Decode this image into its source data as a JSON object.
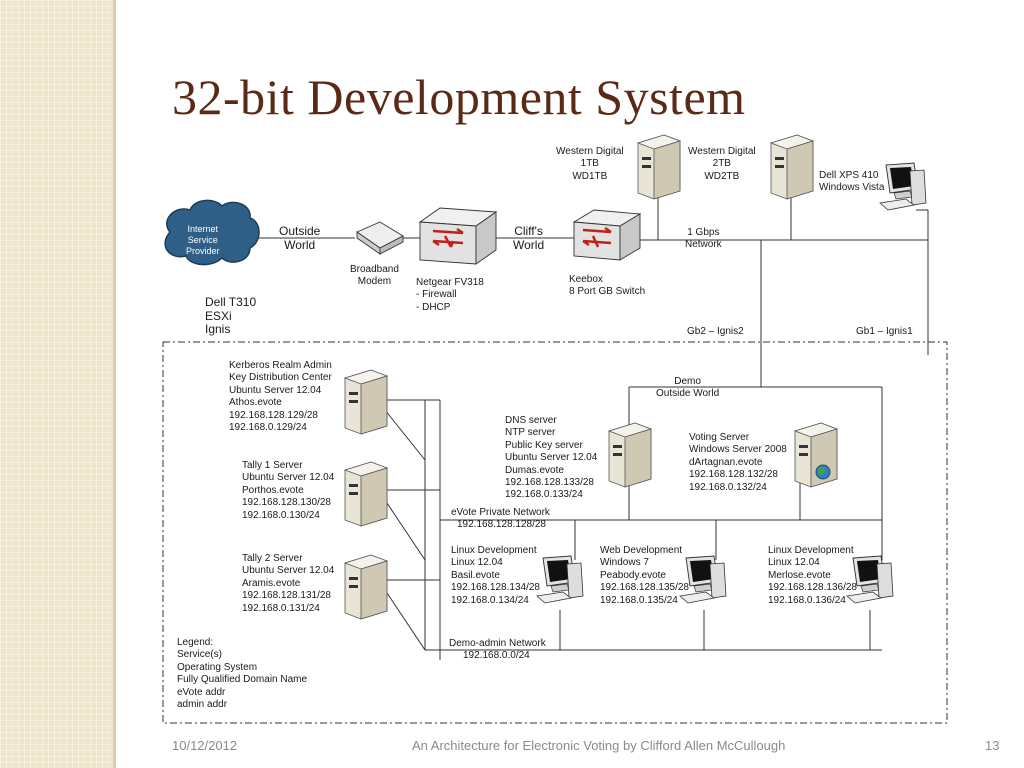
{
  "slide": {
    "title": "32-bit Development System",
    "footer_date": "10/12/2012",
    "footer_text": "An Architecture for Electronic Voting by Clifford Allen McCullough",
    "page_number": "13"
  },
  "diagram": {
    "internet": [
      "Internet",
      "Service",
      "Provider"
    ],
    "outside_world": [
      "Outside",
      "World"
    ],
    "modem": [
      "Broadband",
      "Modem"
    ],
    "firewall": [
      "Netgear FV318",
      "- Firewall",
      "- DHCP"
    ],
    "cliffs_world": [
      "Cliff's",
      "World"
    ],
    "switch": [
      "Keebox",
      "8 Port GB Switch"
    ],
    "wd1": [
      "Western Digital",
      "1TB",
      "WD1TB"
    ],
    "wd2": [
      "Western Digital",
      "2TB",
      "WD2TB"
    ],
    "gbps": [
      "1 Gbps",
      "Network"
    ],
    "dell_xps": [
      "Dell XPS 410",
      "Windows Vista"
    ],
    "dell_t310": [
      "Dell T310",
      "ESXi",
      "Ignis"
    ],
    "gb2": "Gb2 – Ignis2",
    "gb1": "Gb1 – Ignis1",
    "kerberos": [
      "Kerberos Realm Admin",
      "Key Distribution Center",
      "Ubuntu Server 12.04",
      "Athos.evote",
      "192.168.128.129/28",
      "192.168.0.129/24"
    ],
    "tally1": [
      "Tally 1 Server",
      "Ubuntu Server 12.04",
      "Porthos.evote",
      "192.168.128.130/28",
      "192.168.0.130/24"
    ],
    "tally2": [
      "Tally 2 Server",
      "Ubuntu Server 12.04",
      "Aramis.evote",
      "192.168.128.131/28",
      "192.168.0.131/24"
    ],
    "demo_outside": [
      "Demo",
      "Outside World"
    ],
    "dns": [
      "DNS server",
      "NTP server",
      "Public Key server",
      "Ubuntu Server 12.04",
      "Dumas.evote",
      "192.168.128.133/28",
      "192.168.0.133/24"
    ],
    "voting": [
      "Voting Server",
      "Windows Server 2008",
      "dArtagnan.evote",
      "192.168.128.132/28",
      "192.168.0.132/24"
    ],
    "evote_net": [
      "eVote Private Network",
      "192.168.128.128/28"
    ],
    "linux_dev1": [
      "Linux Development",
      "Linux 12.04",
      "Basil.evote",
      "192.168.128.134/28",
      "192.168.0.134/24"
    ],
    "web_dev": [
      "Web Development",
      "Windows 7",
      "Peabody.evote",
      "192.168.128.135/28",
      "192.168.0.135/24"
    ],
    "linux_dev2": [
      "Linux Development",
      "Linux 12.04",
      "Merlose.evote",
      "192.168.128.136/28",
      "192.168.0.136/24"
    ],
    "demo_admin": [
      "Demo-admin Network",
      "192.168.0.0/24"
    ],
    "legend": [
      "Legend:",
      "Service(s)",
      "Operating System",
      "Fully Qualified Domain Name",
      "eVote addr",
      "admin addr"
    ]
  }
}
